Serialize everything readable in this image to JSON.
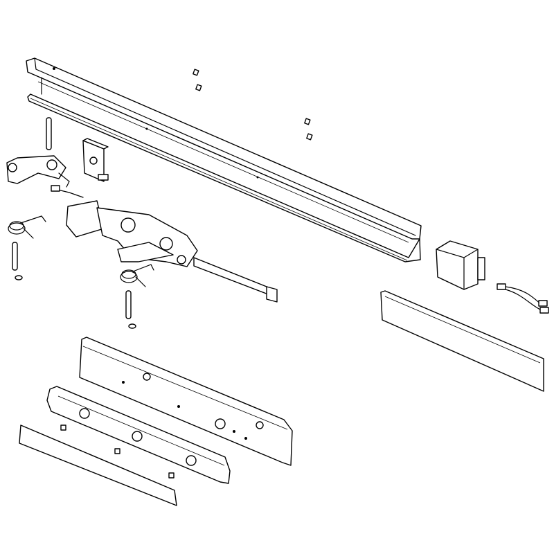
{
  "diagram": {
    "type": "exploded-view technical drawing",
    "colors": {
      "stroke": "#000000",
      "background": "#ffffff"
    },
    "parts": [
      "channel",
      "end-cap-plate",
      "cover-plate",
      "drive-mechanism",
      "control-module",
      "cable",
      "lower-housing",
      "front-trim",
      "lens-strip",
      "pins",
      "springs",
      "screws"
    ]
  }
}
